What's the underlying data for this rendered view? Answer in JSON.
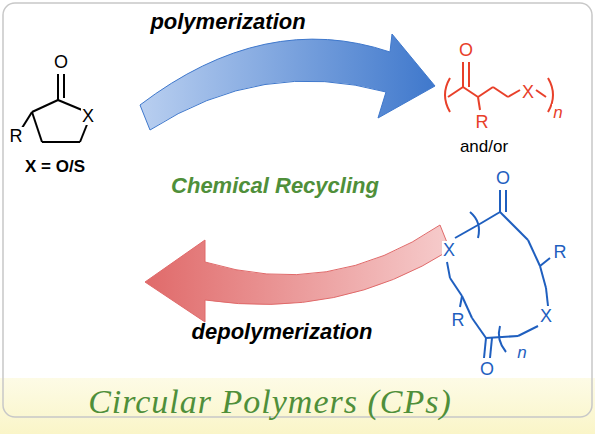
{
  "diagram": {
    "caption": "Circular Polymers (CPs)",
    "labels": [
      "polymerization",
      "O",
      "X",
      "R",
      "X = O/S",
      "Chemical Recycling",
      "depolymerization",
      "O",
      "R",
      "X",
      "n",
      "and/or",
      "O",
      "X",
      "R",
      "R",
      "X",
      "O",
      "n"
    ]
  }
}
